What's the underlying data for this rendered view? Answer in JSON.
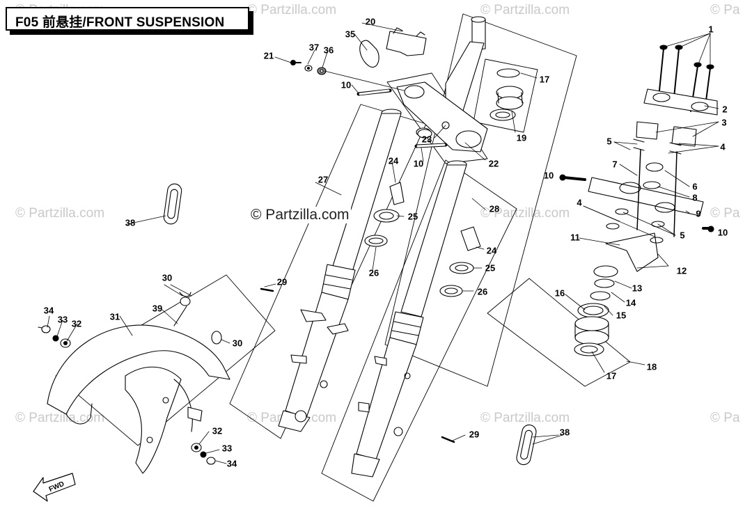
{
  "title": "F05 前悬挂/FRONT SUSPENSION",
  "watermark_small": "© Partzilla.com",
  "watermark_small_clipped": "© Pa",
  "watermark_main": "© Partzilla.com",
  "forward_arrow": "FWD",
  "callouts": {
    "c1": "1",
    "c2": "2",
    "c3": "3",
    "c4a": "4",
    "c4b": "4",
    "c5a": "5",
    "c5b": "5",
    "c6": "6",
    "c7": "7",
    "c8": "8",
    "c9": "9",
    "c10a": "10",
    "c10b": "10",
    "c10c": "10",
    "c10d": "10",
    "c11": "11",
    "c12": "12",
    "c13": "13",
    "c14": "14",
    "c15": "15",
    "c16": "16",
    "c17a": "17",
    "c17b": "17",
    "c18": "18",
    "c19": "19",
    "c20": "20",
    "c21": "21",
    "c22": "22",
    "c23": "23",
    "c24a": "24",
    "c24b": "24",
    "c25a": "25",
    "c25b": "25",
    "c26a": "26",
    "c26b": "26",
    "c27": "27",
    "c28": "28",
    "c29a": "29",
    "c29b": "29",
    "c30a": "30",
    "c30b": "30",
    "c31": "31",
    "c32a": "32",
    "c32b": "32",
    "c33a": "33",
    "c33b": "33",
    "c34a": "34",
    "c34b": "34",
    "c35": "35",
    "c36": "36",
    "c37": "37",
    "c38a": "38",
    "c38b": "38",
    "c39": "39"
  }
}
